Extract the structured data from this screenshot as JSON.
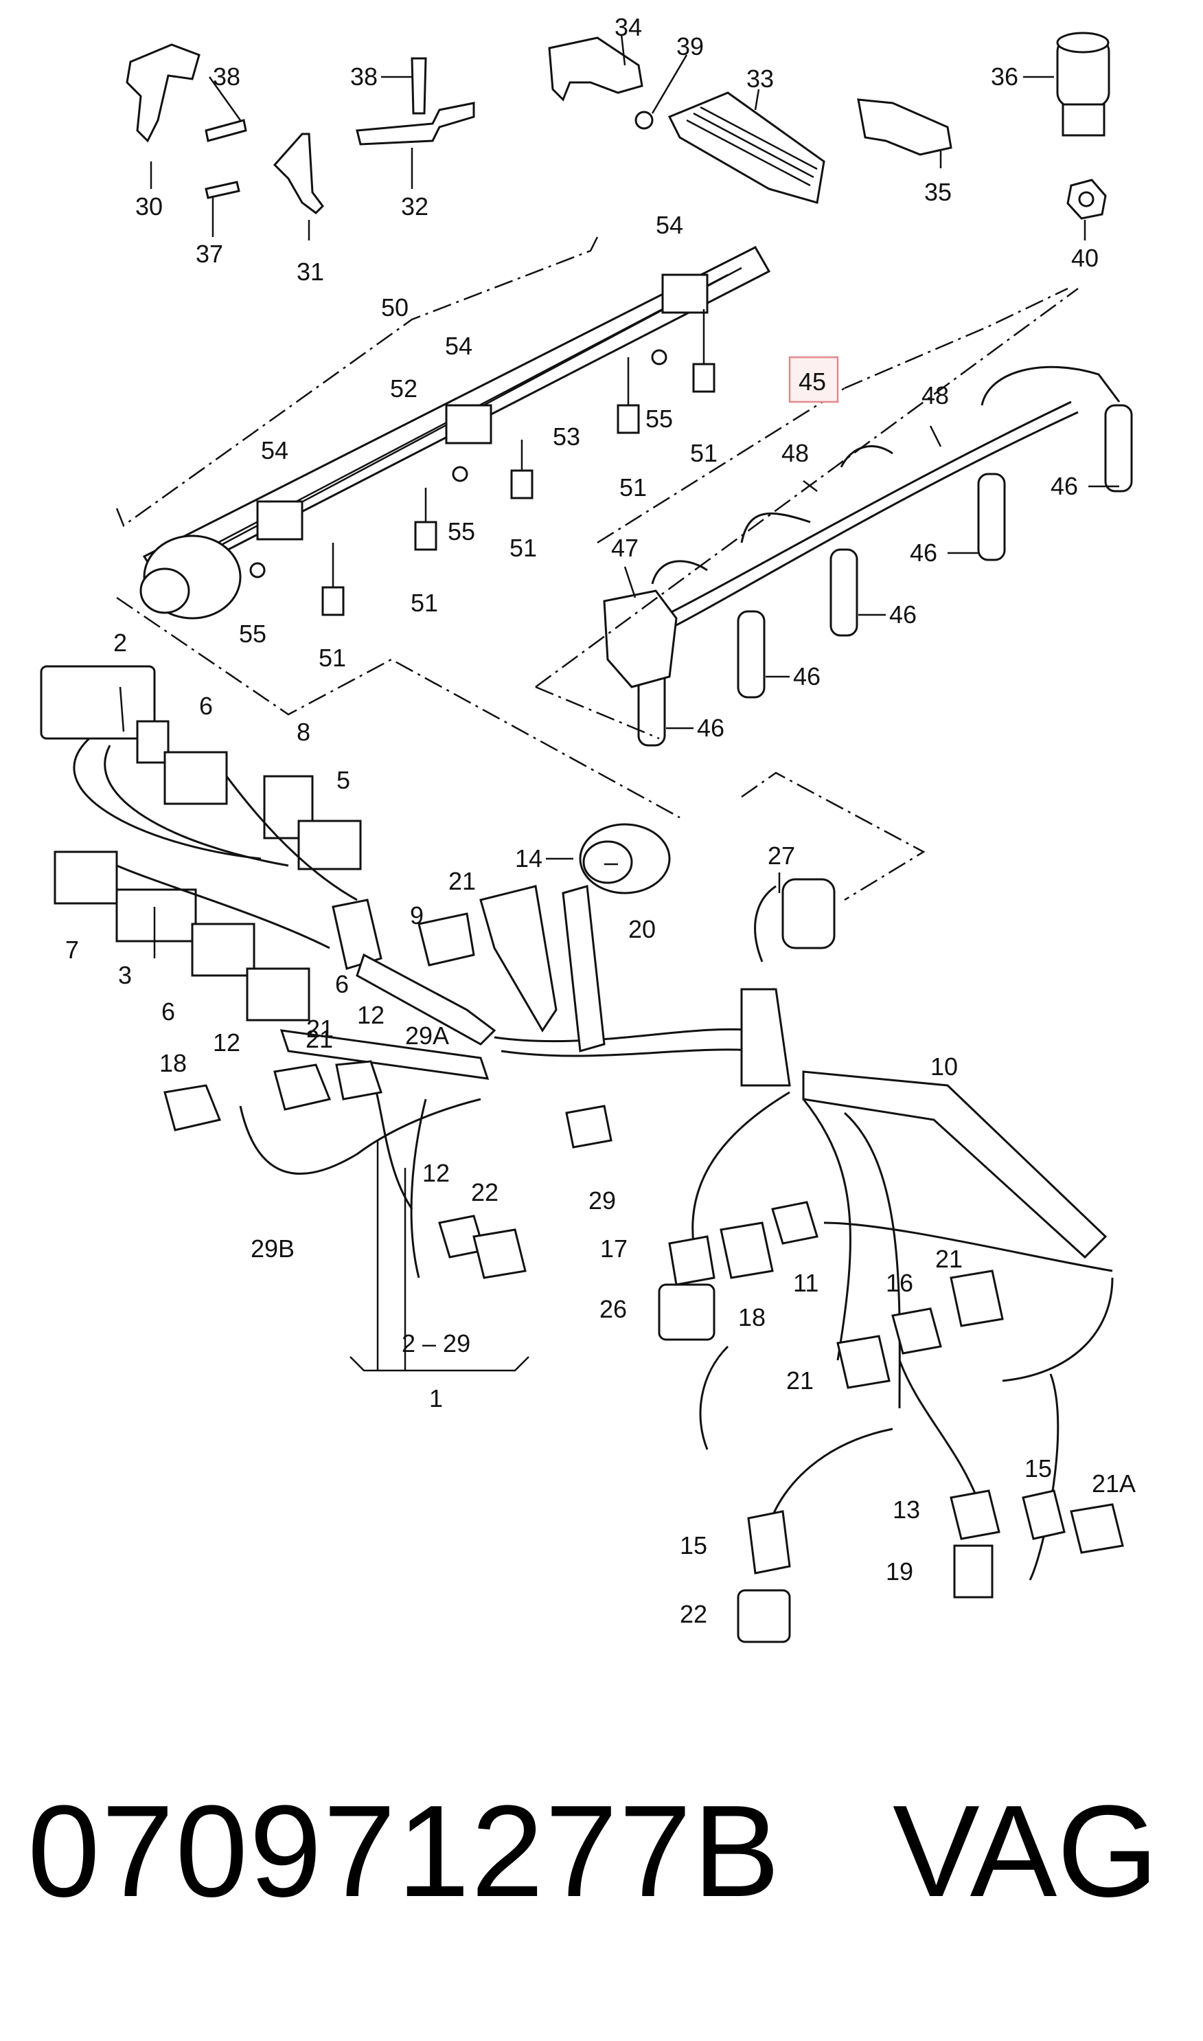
{
  "highlight": {
    "label": "45",
    "color": "#e08a8a"
  },
  "footer": {
    "part_number": "070971277B",
    "brand": "VAG"
  },
  "labels": [
    "34",
    "39",
    "33",
    "36",
    "38",
    "38",
    "30",
    "32",
    "37",
    "31",
    "35",
    "40",
    "50",
    "54",
    "54",
    "52",
    "54",
    "53",
    "55",
    "55",
    "51",
    "51",
    "51",
    "51",
    "51",
    "55",
    "45",
    "48",
    "48",
    "46",
    "46",
    "46",
    "46",
    "46",
    "47",
    "2",
    "6",
    "8",
    "5",
    "7",
    "3",
    "6",
    "6",
    "9",
    "14",
    "20",
    "21",
    "27",
    "21",
    "12",
    "29A",
    "18",
    "12",
    "21",
    "10",
    "29",
    "29B",
    "12",
    "22",
    "17",
    "18",
    "11",
    "21",
    "26",
    "16",
    "21",
    "2 – 29",
    "1",
    "15",
    "21A",
    "13",
    "15",
    "19",
    "22"
  ]
}
